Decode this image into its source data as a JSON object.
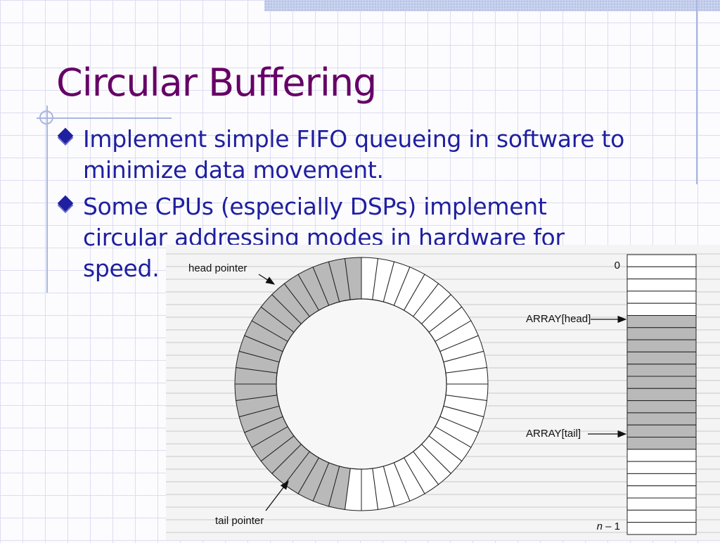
{
  "slide": {
    "title": "Circular Buffering",
    "bullets": [
      "Implement simple FIFO queueing in software to minimize data movement.",
      "Some CPUs (especially DSPs) implement circular addressing modes in hardware for speed."
    ]
  },
  "figure": {
    "head_pointer_label": "head pointer",
    "tail_pointer_label": "tail pointer",
    "array_head_label": "ARRAY[head]",
    "array_tail_label": "ARRAY[tail]",
    "array_first_index": "0",
    "array_last_index_var": "n",
    "array_last_index_suffix": " – 1"
  },
  "colors": {
    "title": "#660066",
    "bullet_text": "#1f1fa0",
    "filled_slot": "#b9b9b9",
    "empty_slot": "#ffffff"
  }
}
